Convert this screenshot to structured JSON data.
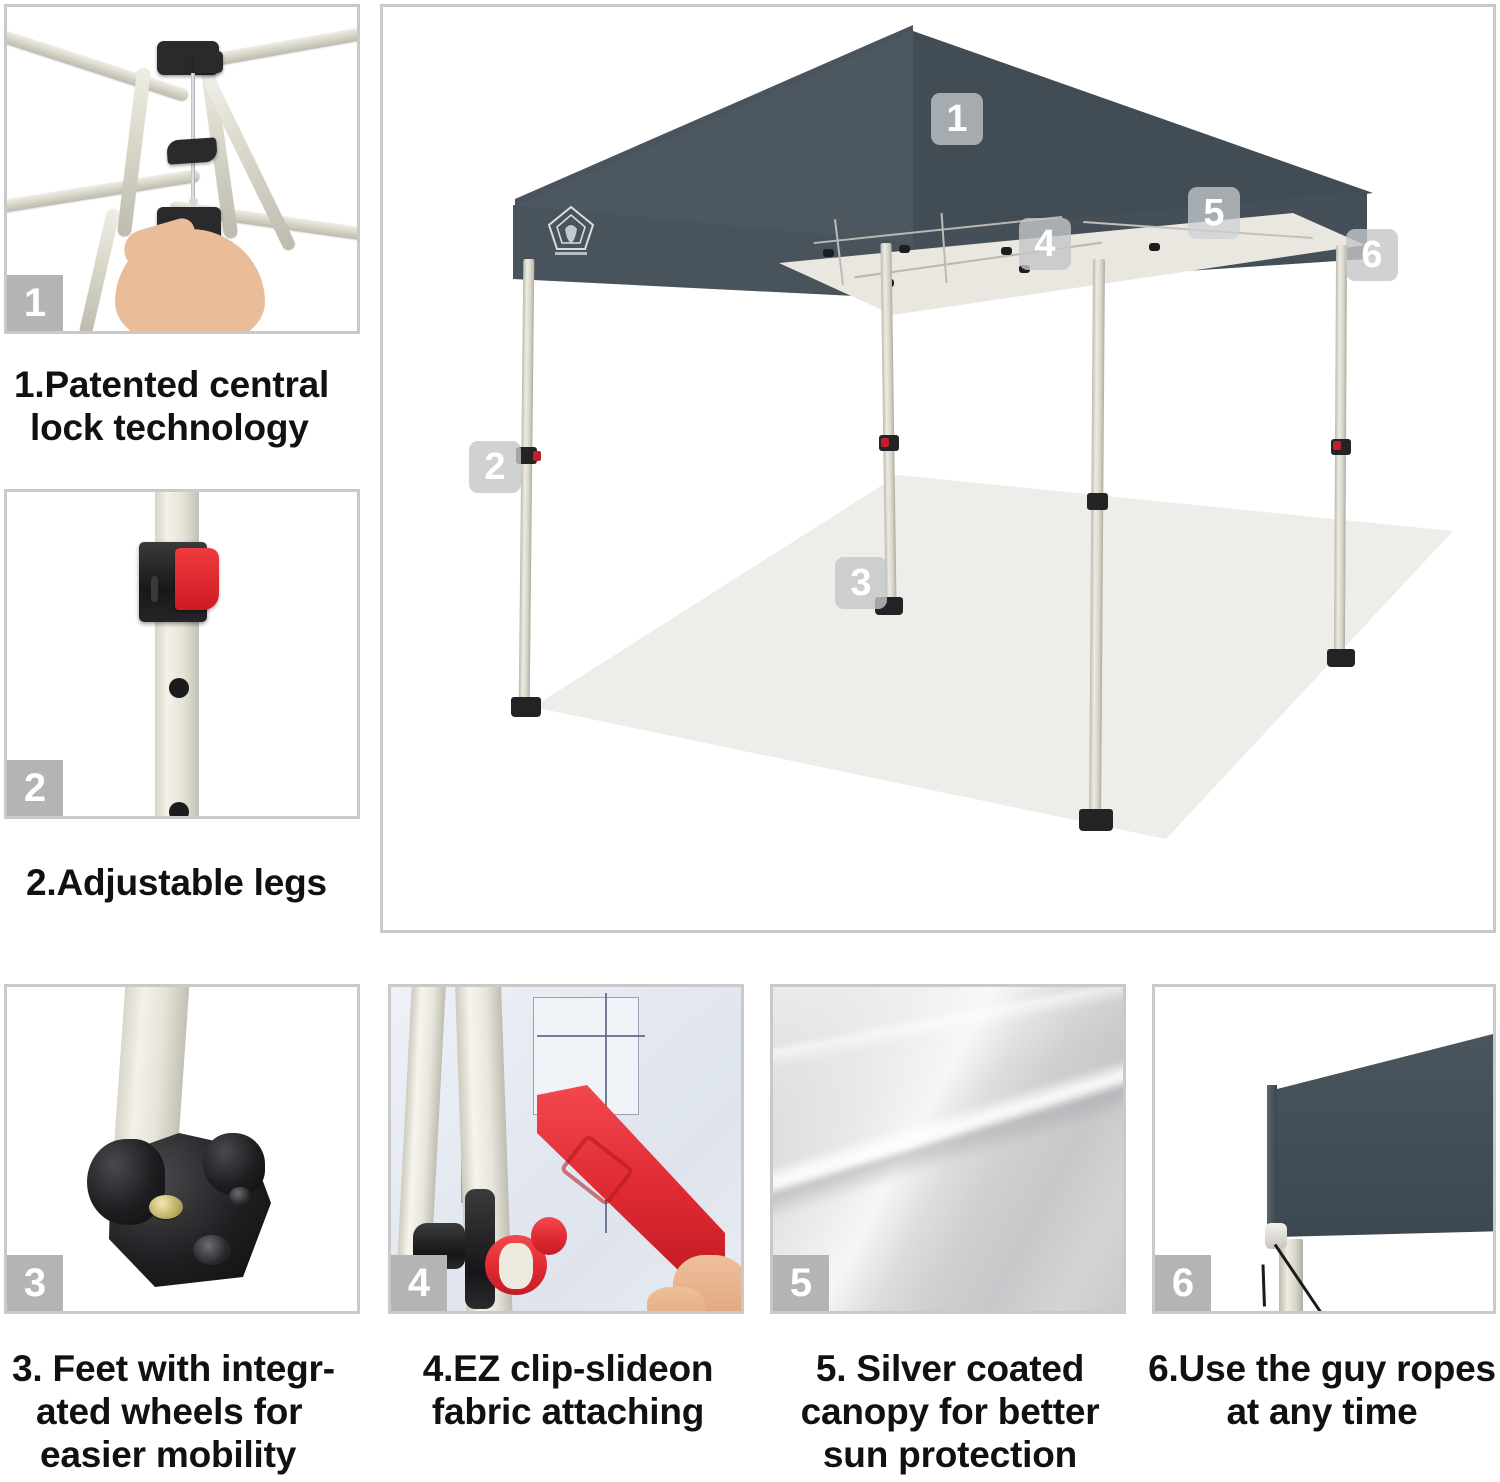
{
  "product": {
    "brand_logo_alt": "canopy-brand-logo"
  },
  "hero": {
    "badges": [
      {
        "id": "hero-badge-1",
        "label": "1"
      },
      {
        "id": "hero-badge-2",
        "label": "2"
      },
      {
        "id": "hero-badge-3",
        "label": "3"
      },
      {
        "id": "hero-badge-4",
        "label": "4"
      },
      {
        "id": "hero-badge-5",
        "label": "5"
      },
      {
        "id": "hero-badge-6",
        "label": "6"
      }
    ],
    "colors": {
      "canopy_top": "#47525c",
      "valance": "#475058",
      "underside": "#eceae3",
      "pole": "#e0ded2",
      "foot": "#232326",
      "ground": "#eeedea"
    }
  },
  "features": [
    {
      "number": "1",
      "caption_lines": [
        "1.Patented central",
        "lock technology"
      ],
      "caption_align": "left"
    },
    {
      "number": "2",
      "caption_lines": [
        "2.Adjustable legs"
      ],
      "caption_align": "left"
    },
    {
      "number": "3",
      "caption_lines": [
        "3. Feet with integr-",
        "ated wheels for",
        "easier mobility"
      ],
      "caption_align": "left"
    },
    {
      "number": "4",
      "caption_lines": [
        "4.EZ clip-slideon",
        "fabric attaching"
      ],
      "caption_align": "center"
    },
    {
      "number": "5",
      "caption_lines": [
        "5. Silver coated",
        "canopy for better",
        "sun protection"
      ],
      "caption_align": "center"
    },
    {
      "number": "6",
      "caption_lines": [
        "6.Use the guy ropes",
        "at any time"
      ],
      "caption_align": "center"
    }
  ],
  "palette": {
    "panel_border": "#c9c9c9",
    "badge_solid": "#b4b4b4",
    "badge_text": "#ffffff",
    "caption_text": "#111111",
    "accent_red": "#d81f26",
    "frame_beige": "#e0ded2",
    "hardware_black": "#1e1e21",
    "background": "#ffffff"
  }
}
